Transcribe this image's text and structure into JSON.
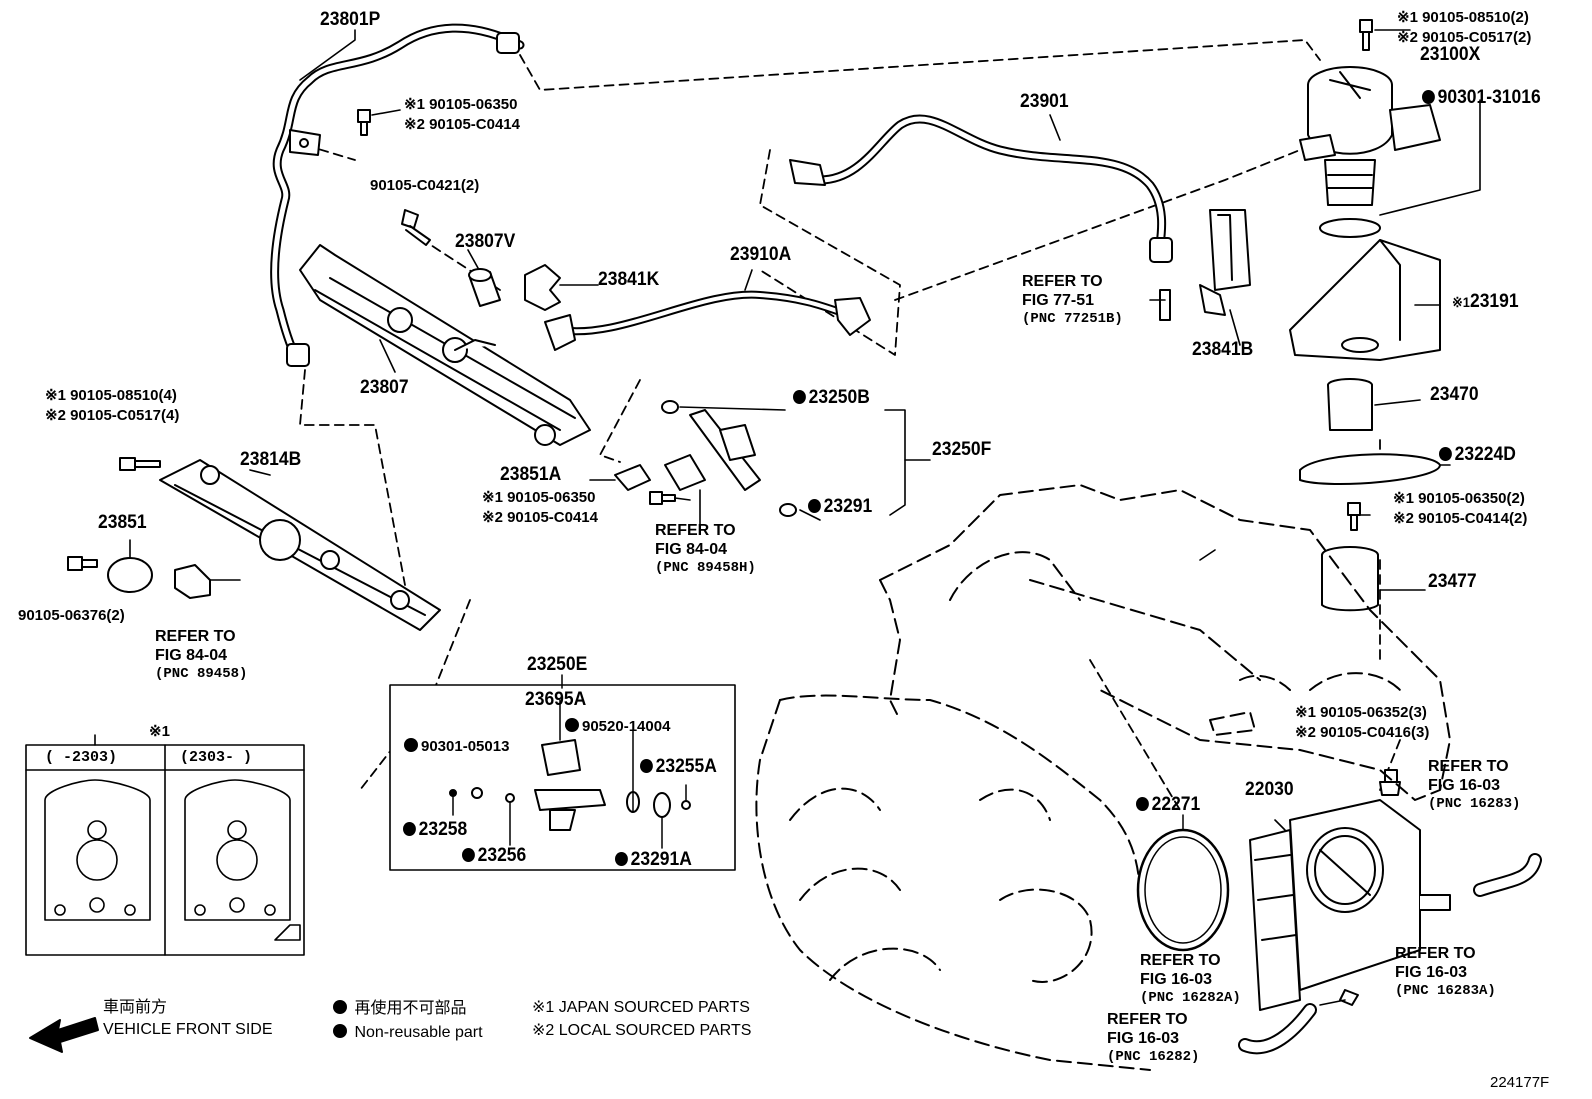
{
  "labels": {
    "p23801P": "23801P",
    "p23901": "23901",
    "p23100X": "23100X",
    "p23807V": "23807V",
    "p23841K": "23841K",
    "p23910A": "23910A",
    "p23807": "23807",
    "p23841B": "23841B",
    "p23191": "23191",
    "p23470": "23470",
    "p23250B": "23250B",
    "p23250F": "23250F",
    "p23851A": "23851A",
    "p23291": "23291",
    "p23814B": "23814B",
    "p23851": "23851",
    "p23224D": "23224D",
    "p23477": "23477",
    "p23250E": "23250E",
    "p23695A": "23695A",
    "p90520_14004": "90520-14004",
    "p90301_05013": "90301-05013",
    "p23255A": "23255A",
    "p23258": "23258",
    "p23256": "23256",
    "p23291A": "23291A",
    "p22271": "22271",
    "p22030": "22030",
    "p90301_31016": "90301-31016",
    "p90105_C0421": "90105-C0421(2)",
    "p90105_06376": "90105-06376(2)"
  },
  "bolts": {
    "top_right_1": "※1 90105-08510(2)",
    "top_right_2": "※2 90105-C0517(2)",
    "rail_1": "※1 90105-06350",
    "rail_2": "※2 90105-C0414",
    "left_1": "※1 90105-08510(4)",
    "left_2": "※2 90105-C0517(4)",
    "mid_1": "※1 90105-06350",
    "mid_2": "※2 90105-C0414",
    "right_1": "※1 90105-06350(2)",
    "right_2": "※2 90105-C0414(2)",
    "throttle_1": "※1 90105-06352(3)",
    "throttle_2": "※2 90105-C0416(3)",
    "bracket_mark": "※1",
    "bracket_part": "23191"
  },
  "refs": {
    "r1": {
      "line1": "REFER TO",
      "line2": "FIG 77-51",
      "pnc": "(PNC 77251B)"
    },
    "r2": {
      "line1": "REFER TO",
      "line2": "FIG 84-04",
      "pnc": "(PNC 89458H)"
    },
    "r3": {
      "line1": "REFER TO",
      "line2": "FIG 84-04",
      "pnc": "(PNC 89458)"
    },
    "r4": {
      "line1": "REFER TO",
      "line2": "FIG 16-03",
      "pnc": "(PNC 16283)"
    },
    "r5": {
      "line1": "REFER TO",
      "line2": "FIG 16-03",
      "pnc": "(PNC 16282A)"
    },
    "r6": {
      "line1": "REFER TO",
      "line2": "FIG 16-03",
      "pnc": "(PNC 16283A)"
    },
    "r7": {
      "line1": "REFER TO",
      "line2": "FIG 16-03",
      "pnc": "(PNC 16282)"
    }
  },
  "inset": {
    "mark": "※1",
    "col1": "(    -2303)",
    "col2": "(2303-    )"
  },
  "legend": {
    "front_jp": "車両前方",
    "front_en": "VEHICLE FRONT SIDE",
    "nonreuse_jp": "再使用不可部品",
    "nonreuse_en": "Non-reusable part",
    "src1": "※1 JAPAN SOURCED PARTS",
    "src2": "※2 LOCAL SOURCED PARTS"
  },
  "figure_id": "224177F"
}
